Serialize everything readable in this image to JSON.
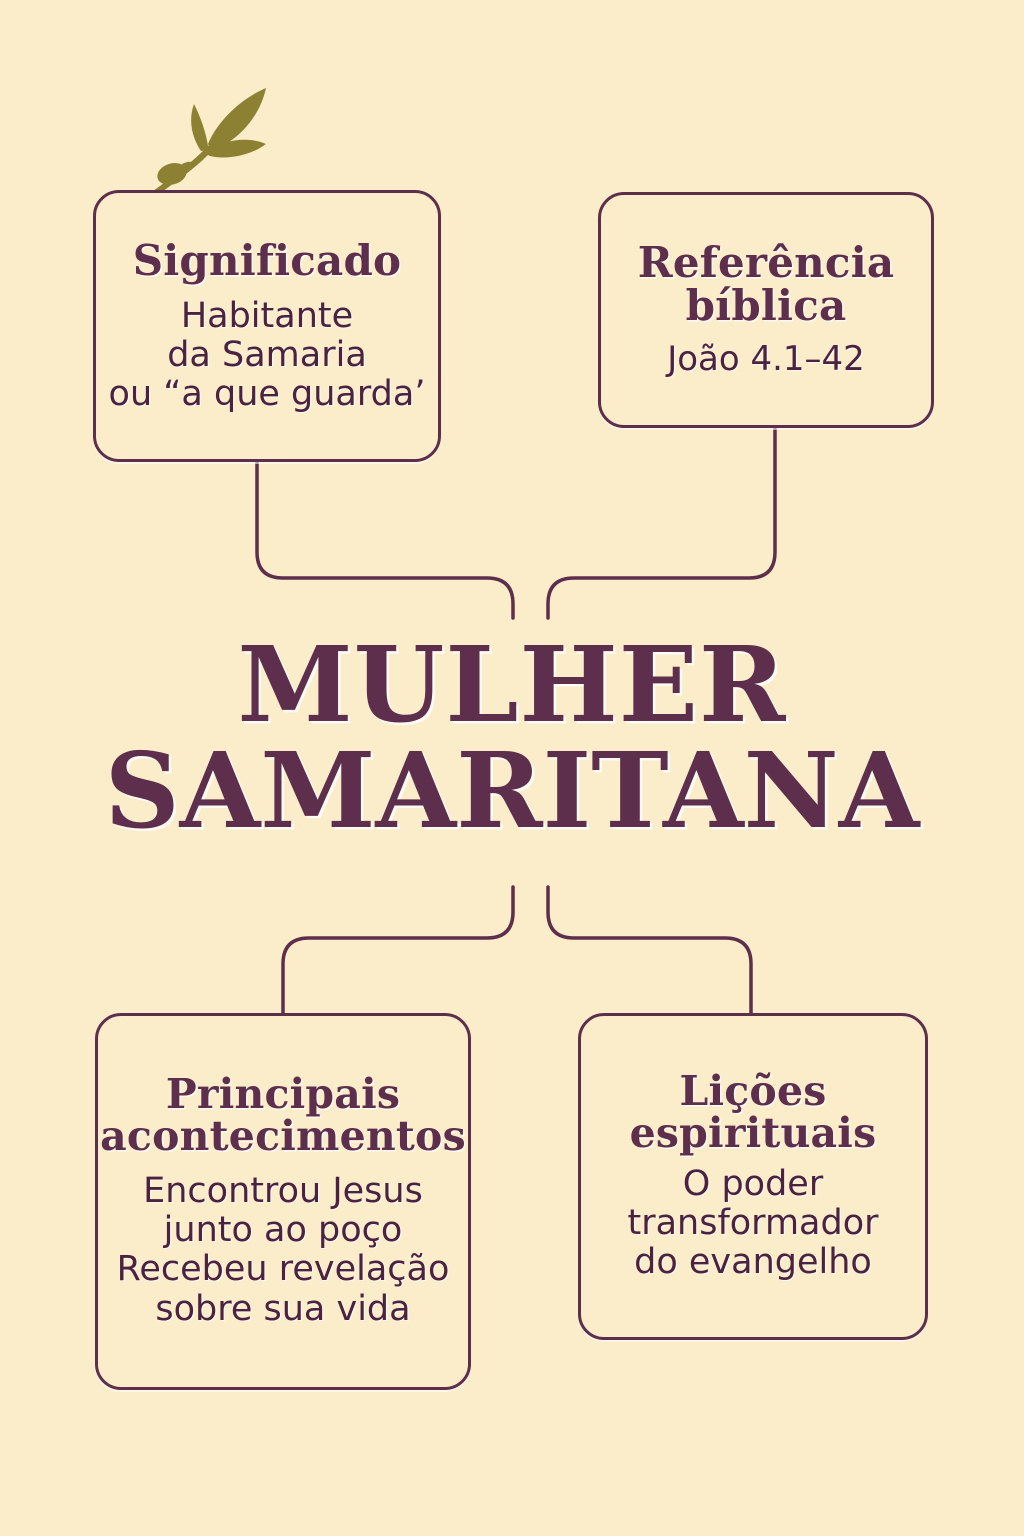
{
  "palette": {
    "background": "#fbecca",
    "ink": "#5e2f4c",
    "body_ink": "#4b2340",
    "olive": "#8c8033",
    "olive_dark": "#7a6f2b"
  },
  "center": {
    "line1": "MULHER",
    "line2": "SAMARITANA"
  },
  "decor": {
    "branch": "olive-branch-icon"
  },
  "nodes": {
    "significado": {
      "title": "Significado",
      "body_lines": [
        "Habitante",
        "da Samaria",
        "ou “a que guarda’"
      ],
      "body": "Habitante\nda Samaria\nou “a que guarda’"
    },
    "referencia": {
      "title_line1": "Referência",
      "title_line2": "bíblica",
      "title": "Referência\nbíblica",
      "body": "João 4.1–42"
    },
    "acontecimentos": {
      "title_line1": "Principais",
      "title_line2": "acontecimentos",
      "title": "Principais\nacontecimentos",
      "body_lines": [
        "Encontrou Jesus",
        "junto ao poço",
        "Recebeu revelação",
        "sobre sua vida"
      ],
      "body": "Encontrou Jesus\njunto ao poço\nRecebeu revelação\nsobre sua vida"
    },
    "licoes": {
      "title_line1": "Lições",
      "title_line2": "espirituais",
      "title": "Lições\nespirituais",
      "body_lines": [
        "O poder",
        "transformador",
        "do evangelho"
      ],
      "body": "O poder\ntransformador\ndo evangelho"
    }
  }
}
